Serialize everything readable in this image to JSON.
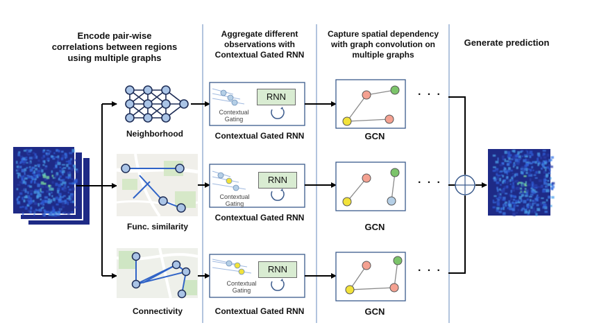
{
  "headers": {
    "encode": [
      "Encode pair-wise",
      "correlations between regions",
      "using multiple graphs"
    ],
    "aggregate": [
      "Aggregate different",
      "observations with",
      "Contextual Gated RNN"
    ],
    "capture": [
      "Capture spatial dependency",
      "with graph convolution on",
      "multiple graphs"
    ],
    "generate": [
      "Generate prediction"
    ]
  },
  "graph_labels": {
    "neighborhood": "Neighborhood",
    "similarity": "Func. similarity",
    "connectivity": "Connectivity"
  },
  "rnn_labels": [
    "Contextual Gated RNN",
    "Contextual Gated RNN",
    "Contextual Gated RNN"
  ],
  "rnn_box_text": "RNN",
  "contextual_text": [
    "Contextual",
    "Gating"
  ],
  "gcn_labels": [
    "GCN",
    "GCN",
    "GCN"
  ],
  "ellipsis": "· · ·",
  "colors": {
    "divider": "#7f9cc8",
    "panel_border": "#3a5a8c",
    "node_fill": "#aac4e6",
    "node_stroke": "#1d2c55",
    "rnn_fill": "#d9ecd2",
    "gcn_red": "#f4a191",
    "gcn_green": "#7cc46a",
    "gcn_yellow": "#f2e23a",
    "gcn_blue": "#b5cfe6",
    "heatmap_bg": "#1e2a86"
  },
  "icons": {
    "plus": "circle-plus-icon",
    "loop": "recurrent-loop-icon"
  }
}
